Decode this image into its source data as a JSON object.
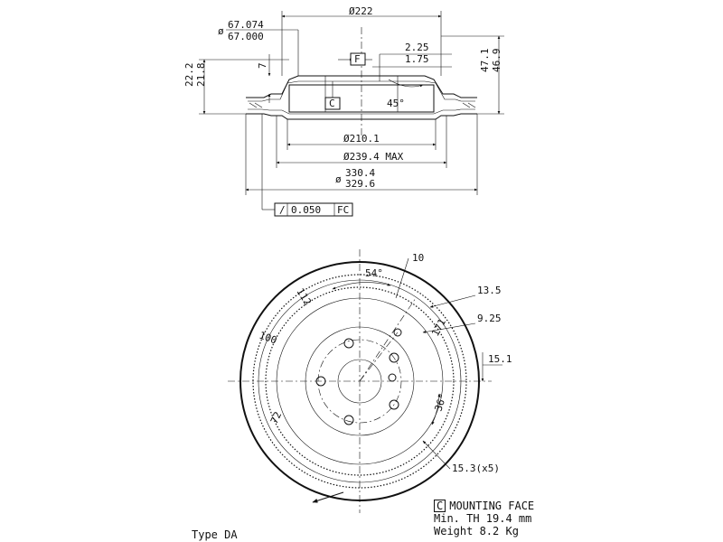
{
  "top_view": {
    "hub_bore_max": "67.074",
    "hub_bore_min": "67.000",
    "overall_diameter": "Ø222",
    "height_max": "22.2",
    "height_min": "21.8",
    "step_7": "7",
    "datum_f": "F",
    "datum_c": "C",
    "offset_max": "2.25",
    "offset_min": "1.75",
    "total_max": "47.1",
    "total_min": "46.9",
    "angle_45": "45°",
    "inner_diameter": "Ø210.1",
    "max_diameter": "Ø239.4 MAX",
    "disc_diameter_max": "330.4",
    "disc_diameter_min": "329.6",
    "runout_value": "0.050",
    "runout_ref": "FC"
  },
  "front_view": {
    "dim_10": "10",
    "angle_54": "54°",
    "dim_112": "112",
    "dim_13_5": "13.5",
    "dim_9_25": "9.25",
    "dim_171": "171",
    "dim_100": "100",
    "dim_15_1": "15.1",
    "angle_36": "36°",
    "dim_72": "72",
    "bolt_holes": "15.3(x5)"
  },
  "legend": {
    "mounting_code": "C",
    "mounting_label": "MOUNTING FACE",
    "min_thickness": "Min. TH 19.4 mm",
    "weight": "Weight 8.2 Kg"
  },
  "type_label": "Type DA"
}
